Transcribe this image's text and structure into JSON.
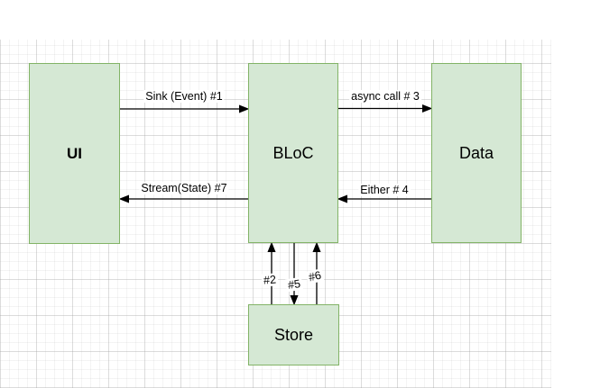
{
  "diagram": {
    "nodes": [
      {
        "id": "ui",
        "label": "UI"
      },
      {
        "id": "bloc",
        "label": "BLoC"
      },
      {
        "id": "data",
        "label": "Data"
      },
      {
        "id": "store",
        "label": "Store"
      }
    ],
    "edges": [
      {
        "label": "Sink (Event) #1",
        "from": "UI",
        "to": "BLoC",
        "direction": "right"
      },
      {
        "label": "async call # 3",
        "from": "BLoC",
        "to": "Data",
        "direction": "right"
      },
      {
        "label": "Either # 4",
        "from": "Data",
        "to": "BLoC",
        "direction": "left"
      },
      {
        "label": "Stream(State) #7",
        "from": "BLoC",
        "to": "UI",
        "direction": "left"
      },
      {
        "label": "#2",
        "from": "Store",
        "to": "BLoC",
        "direction": "up"
      },
      {
        "label": "#5",
        "from": "BLoC",
        "to": "Store",
        "direction": "down"
      },
      {
        "label": "#6",
        "from": "Store",
        "to": "BLoC",
        "direction": "up"
      }
    ],
    "colors": {
      "node_fill": "#d5e8d4",
      "node_border": "#82b366",
      "edge": "#000000",
      "grid_minor": "#f1f1f1",
      "grid_major": "#e2e2e2",
      "canvas_background": "#ffffff"
    }
  }
}
